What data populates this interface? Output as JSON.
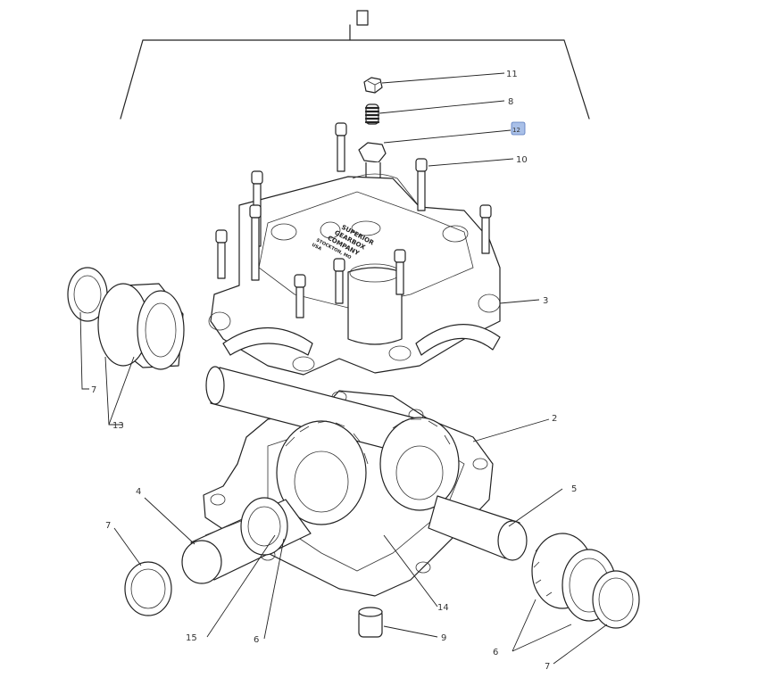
{
  "diagram": {
    "assembly_tag": "",
    "callouts": [
      {
        "id": "c11",
        "label": "11"
      },
      {
        "id": "c8",
        "label": "8"
      },
      {
        "id": "c12",
        "label": "12",
        "highlighted": true
      },
      {
        "id": "c10",
        "label": "10"
      },
      {
        "id": "c3",
        "label": "3"
      },
      {
        "id": "c7a",
        "label": "7"
      },
      {
        "id": "c13",
        "label": "13"
      },
      {
        "id": "c2",
        "label": "2"
      },
      {
        "id": "c4",
        "label": "4"
      },
      {
        "id": "c5",
        "label": "5"
      },
      {
        "id": "c7b",
        "label": "7"
      },
      {
        "id": "c14",
        "label": "14"
      },
      {
        "id": "c15",
        "label": "15"
      },
      {
        "id": "c6a",
        "label": "6"
      },
      {
        "id": "c9",
        "label": "9"
      },
      {
        "id": "c6b",
        "label": "6"
      },
      {
        "id": "c7c",
        "label": "7"
      }
    ],
    "cover_logo": [
      "SUPERIOR",
      "GEARBOX",
      "COMPANY",
      "STOCKTON, MO",
      "USA"
    ],
    "highlight_color": "#a9c0e8"
  }
}
